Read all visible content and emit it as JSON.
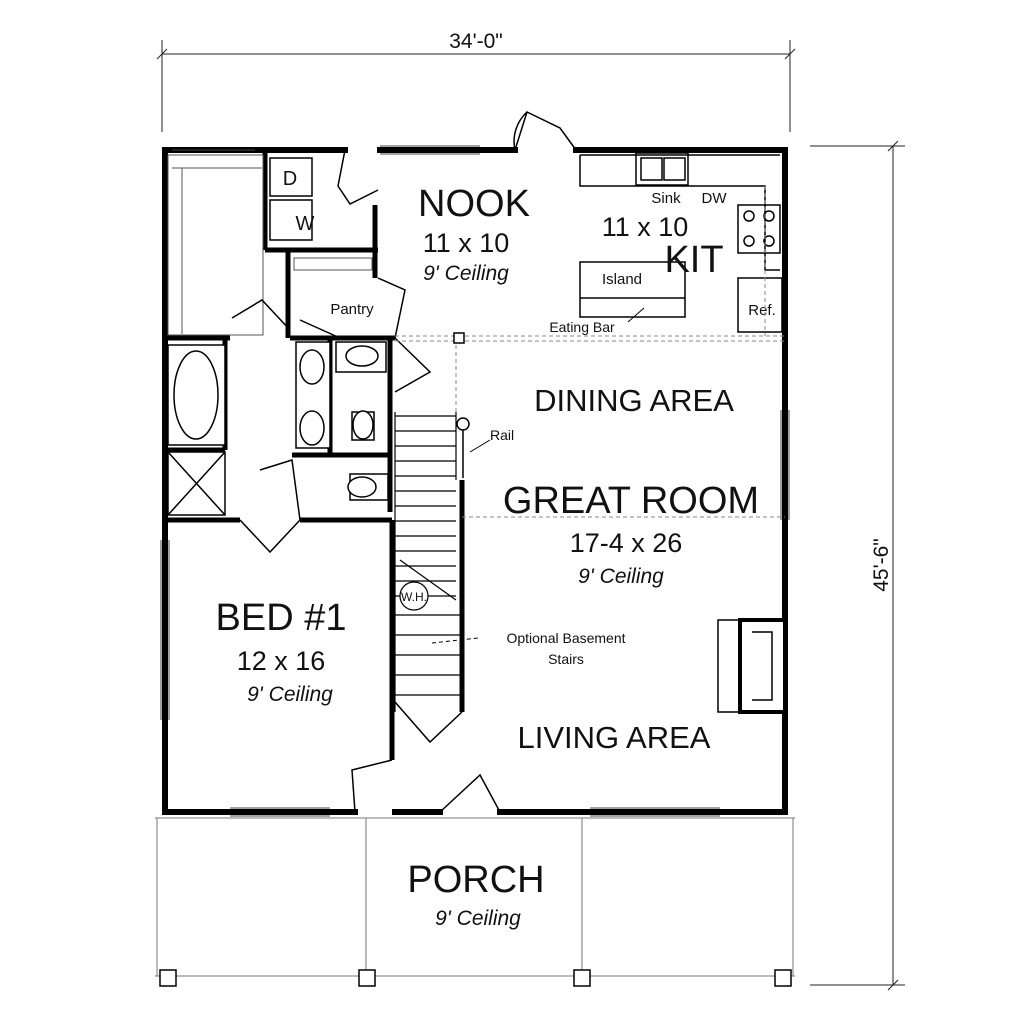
{
  "dimensions": {
    "width": "34'-0\"",
    "depth": "45'-6\""
  },
  "rooms": {
    "nook": {
      "name": "NOOK",
      "size": "11 x 10",
      "ceiling": "9' Ceiling"
    },
    "kitchen": {
      "name": "KIT",
      "size": "11 x 10"
    },
    "dining": {
      "name": "DINING AREA"
    },
    "great_room": {
      "name": "GREAT ROOM",
      "size": "17-4 x 26",
      "ceiling": "9' Ceiling"
    },
    "living": {
      "name": "LIVING AREA"
    },
    "bed1": {
      "name": "BED #1",
      "size": "12 x 16",
      "ceiling": "9' Ceiling"
    },
    "porch": {
      "name": "PORCH",
      "ceiling": "9' Ceiling"
    }
  },
  "fixtures": {
    "dryer": "D",
    "washer": "W",
    "pantry": "Pantry",
    "sink": "Sink",
    "dishwasher": "DW",
    "island": "Island",
    "eating_bar": "Eating Bar",
    "refrigerator": "Ref.",
    "rail": "Rail",
    "water_heater": "W.H.",
    "basement_stairs_line1": "Optional Basement",
    "basement_stairs_line2": "Stairs"
  }
}
